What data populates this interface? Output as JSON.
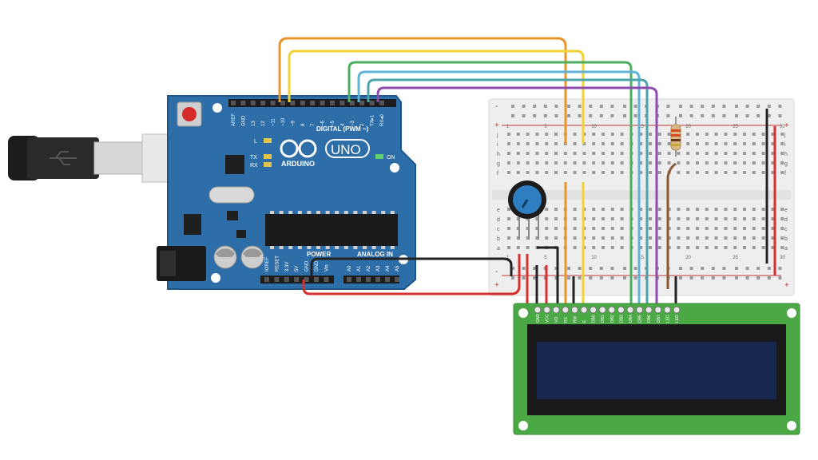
{
  "colors": {
    "board": "#2d6da8",
    "board_edge": "#1f5688",
    "breadboard": "#eeeeee",
    "lcd_pcb": "#4aa845",
    "lcd_screen": "#16284f",
    "wire_orange": "#e8952a",
    "wire_yellow": "#f3d233",
    "wire_green": "#4caf60",
    "wire_blue": "#5fb3d8",
    "wire_purple": "#8e4bb0",
    "wire_red": "#d62f2f",
    "wire_black": "#222222"
  },
  "arduino": {
    "logo_text": "ARDUINO",
    "model": "UNO",
    "digital_label": "DIGITAL (PWM ~)",
    "power_label": "POWER",
    "analog_label": "ANALOG IN",
    "on_label": "ON",
    "led_l": "L",
    "led_tx": "TX",
    "led_rx": "RX",
    "digital_pins": [
      "AREF",
      "GND",
      "13",
      "12",
      "~11",
      "~10",
      "~9",
      "8",
      "7",
      "~6",
      "~5",
      "4",
      "~3",
      "2",
      "TX▸1",
      "RX◂0"
    ],
    "power_pins": [
      "IOREF",
      "RESET",
      "3.3V",
      "5V",
      "GND",
      "GND",
      "Vin"
    ],
    "analog_pins": [
      "A0",
      "A1",
      "A2",
      "A3",
      "A4",
      "A5"
    ]
  },
  "breadboard": {
    "row_letters_top": [
      "j",
      "i",
      "h",
      "g",
      "f"
    ],
    "row_letters_bottom": [
      "e",
      "d",
      "c",
      "b",
      "a"
    ],
    "columns": [
      "1",
      "5",
      "10",
      "15",
      "20",
      "25",
      "30"
    ],
    "rail_plus": "+",
    "rail_minus": "-"
  },
  "lcd": {
    "pins": [
      "GND",
      "VCC",
      "VO",
      "RS",
      "RW",
      "E",
      "DB0",
      "DB1",
      "DB2",
      "DB3",
      "DB4",
      "DB5",
      "DB6",
      "DB7",
      "LED",
      "LED"
    ]
  }
}
